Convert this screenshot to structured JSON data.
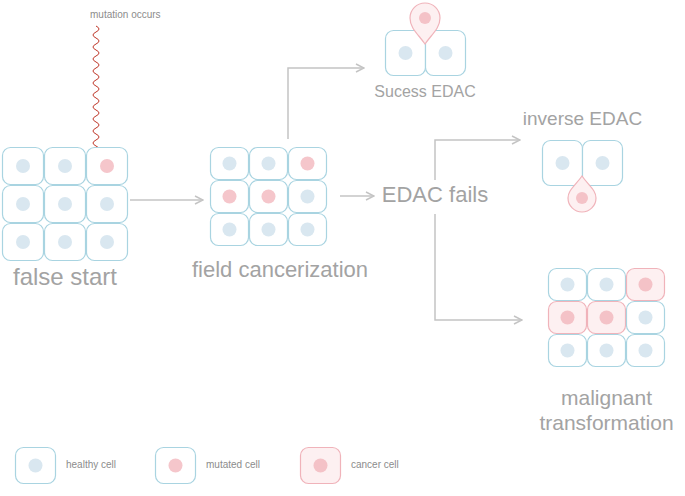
{
  "diagram": {
    "nodes": [
      {
        "text": [
          "false start"
        ]
      },
      {
        "text": [
          "field cancerization"
        ]
      },
      {
        "text": [
          "Sucess EDAC"
        ]
      },
      {
        "text": [
          "EDAC fails"
        ]
      },
      {
        "text": [
          "inverse EDAC"
        ]
      },
      {
        "text": [
          "malignant transformation"
        ]
      }
    ],
    "edges": [
      {
        "from": 0,
        "to": 1,
        "arrow": "to"
      },
      {
        "from": 1,
        "to": 2,
        "arrow": "to"
      },
      {
        "from": 1,
        "to": 3,
        "arrow": "to"
      },
      {
        "from": 3,
        "to": 4,
        "arrow": "to"
      },
      {
        "from": 3,
        "to": 5,
        "arrow": "to"
      }
    ],
    "labels": [
      "mutation occurs"
    ],
    "legend": [
      {
        "text": "healthy cell",
        "color": "#d9e7f0"
      },
      {
        "text": "mutated cell",
        "color": "#f5c6cb"
      },
      {
        "text": "cancer cell",
        "color": "#f4c2c7"
      }
    ]
  }
}
